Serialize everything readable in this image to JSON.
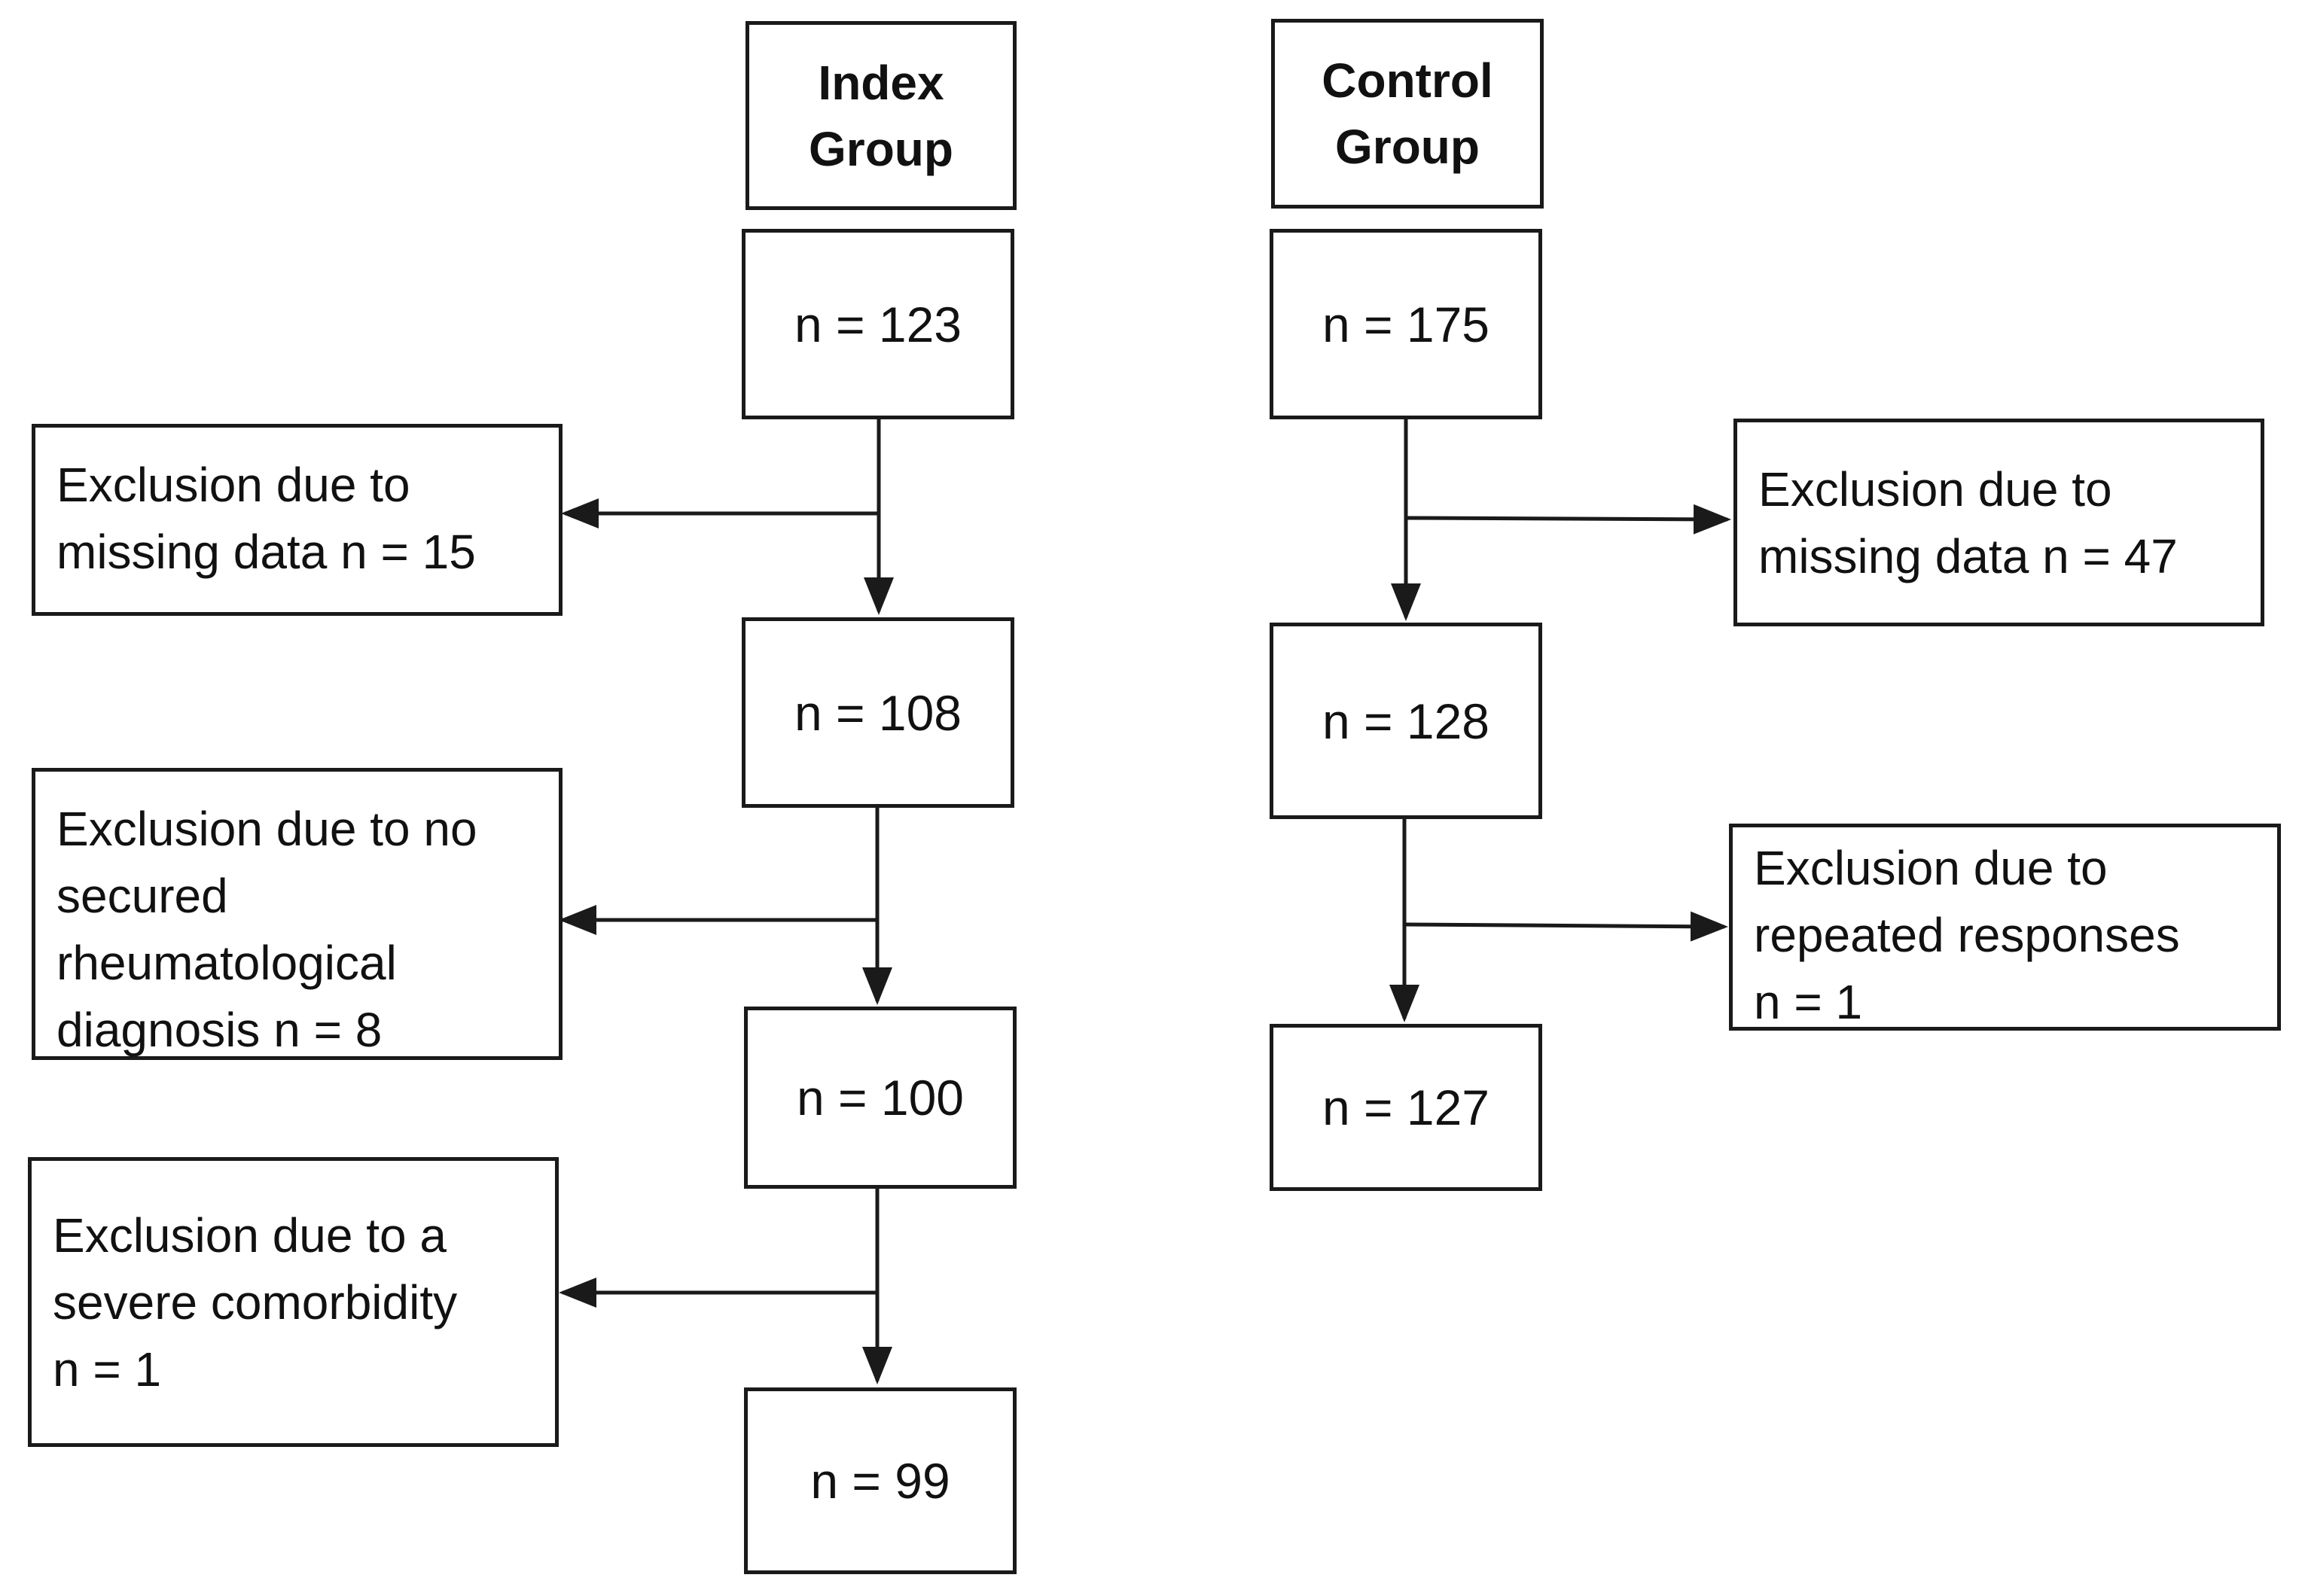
{
  "index_group": {
    "header": [
      "Index",
      "Group"
    ],
    "counts": [
      "n = 123",
      "n = 108",
      "n = 100",
      "n = 99"
    ],
    "exclusions": [
      [
        "Exclusion due to",
        "missing data n = 15"
      ],
      [
        "Exclusion due to no",
        "secured",
        "rheumatological",
        "diagnosis  n = 8"
      ],
      [
        "Exclusion due to a",
        "severe comorbidity",
        "n = 1"
      ]
    ]
  },
  "control_group": {
    "header": [
      "Control",
      "Group"
    ],
    "counts": [
      "n = 175",
      "n = 128",
      "n = 127"
    ],
    "exclusions": [
      [
        "Exclusion due to",
        "missing data n = 47"
      ],
      [
        "Exclusion due to",
        "repeated responses",
        "n = 1"
      ]
    ]
  }
}
